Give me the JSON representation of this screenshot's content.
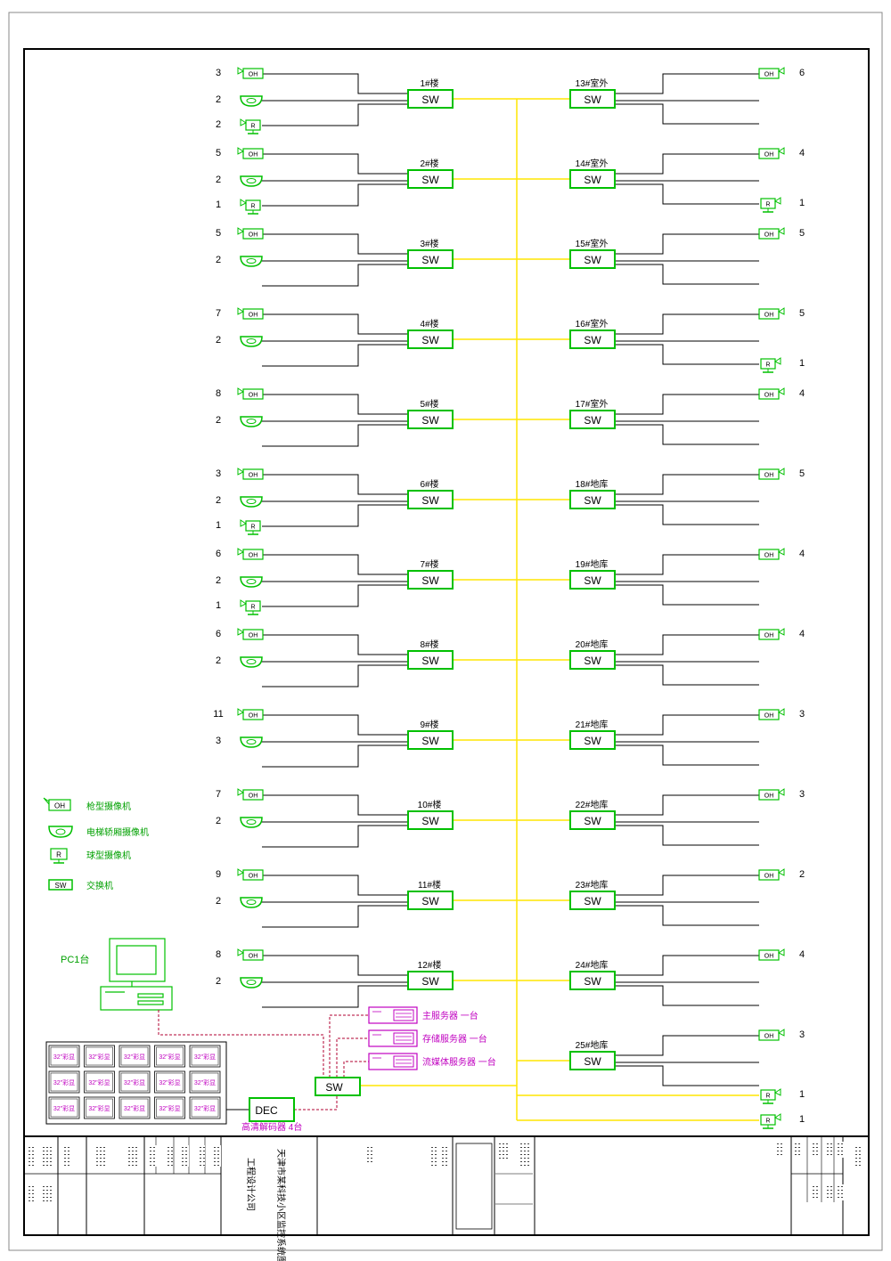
{
  "diagram": {
    "switch_label": "SW",
    "left_branches": [
      {
        "label": "1#楼",
        "cams": [
          {
            "type": "OH",
            "count": "3"
          },
          {
            "type": "dome",
            "count": "2"
          },
          {
            "type": "R",
            "count": "2"
          }
        ]
      },
      {
        "label": "2#楼",
        "cams": [
          {
            "type": "OH",
            "count": "5"
          },
          {
            "type": "dome",
            "count": "2"
          },
          {
            "type": "R",
            "count": "1"
          }
        ]
      },
      {
        "label": "3#楼",
        "cams": [
          {
            "type": "OH",
            "count": "5"
          },
          {
            "type": "dome",
            "count": "2"
          },
          {
            "type": "line",
            "count": ""
          }
        ]
      },
      {
        "label": "4#楼",
        "cams": [
          {
            "type": "OH",
            "count": "7"
          },
          {
            "type": "dome",
            "count": "2"
          },
          {
            "type": "line",
            "count": ""
          }
        ]
      },
      {
        "label": "5#楼",
        "cams": [
          {
            "type": "OH",
            "count": "8"
          },
          {
            "type": "dome",
            "count": "2"
          },
          {
            "type": "line",
            "count": ""
          }
        ]
      },
      {
        "label": "6#楼",
        "cams": [
          {
            "type": "OH",
            "count": "3"
          },
          {
            "type": "dome",
            "count": "2"
          },
          {
            "type": "R",
            "count": "1"
          }
        ]
      },
      {
        "label": "7#楼",
        "cams": [
          {
            "type": "OH",
            "count": "6"
          },
          {
            "type": "dome",
            "count": "2"
          },
          {
            "type": "R",
            "count": "1"
          }
        ]
      },
      {
        "label": "8#楼",
        "cams": [
          {
            "type": "OH",
            "count": "6"
          },
          {
            "type": "dome",
            "count": "2"
          },
          {
            "type": "line",
            "count": ""
          }
        ]
      },
      {
        "label": "9#楼",
        "cams": [
          {
            "type": "OH",
            "count": "11"
          },
          {
            "type": "dome",
            "count": "3"
          },
          {
            "type": "line",
            "count": ""
          }
        ]
      },
      {
        "label": "10#楼",
        "cams": [
          {
            "type": "OH",
            "count": "7"
          },
          {
            "type": "dome",
            "count": "2"
          },
          {
            "type": "line",
            "count": ""
          }
        ]
      },
      {
        "label": "11#楼",
        "cams": [
          {
            "type": "OH",
            "count": "9"
          },
          {
            "type": "dome",
            "count": "2"
          },
          {
            "type": "line",
            "count": ""
          }
        ]
      },
      {
        "label": "12#楼",
        "cams": [
          {
            "type": "OH",
            "count": "8"
          },
          {
            "type": "dome",
            "count": "2"
          },
          {
            "type": "line",
            "count": ""
          }
        ]
      }
    ],
    "right_branches": [
      {
        "label": "13#室外",
        "cams": [
          {
            "type": "OH",
            "count": "6"
          },
          {
            "type": "line",
            "count": ""
          },
          {
            "type": "line",
            "count": ""
          }
        ]
      },
      {
        "label": "14#室外",
        "cams": [
          {
            "type": "OH",
            "count": "4"
          },
          {
            "type": "line",
            "count": ""
          },
          {
            "type": "R",
            "count": "1"
          }
        ]
      },
      {
        "label": "15#室外",
        "cams": [
          {
            "type": "OH",
            "count": "5"
          },
          {
            "type": "line",
            "count": ""
          },
          {
            "type": "line",
            "count": ""
          }
        ]
      },
      {
        "label": "16#室外",
        "cams": [
          {
            "type": "OH",
            "count": "5"
          },
          {
            "type": "line",
            "count": ""
          },
          {
            "type": "R",
            "count": "1"
          }
        ]
      },
      {
        "label": "17#室外",
        "cams": [
          {
            "type": "OH",
            "count": "4"
          },
          {
            "type": "line",
            "count": ""
          },
          {
            "type": "line",
            "count": ""
          }
        ]
      },
      {
        "label": "18#地库",
        "cams": [
          {
            "type": "OH",
            "count": "5"
          },
          {
            "type": "line",
            "count": ""
          },
          {
            "type": "line",
            "count": ""
          }
        ]
      },
      {
        "label": "19#地库",
        "cams": [
          {
            "type": "OH",
            "count": "4"
          },
          {
            "type": "line",
            "count": ""
          },
          {
            "type": "line",
            "count": ""
          }
        ]
      },
      {
        "label": "20#地库",
        "cams": [
          {
            "type": "OH",
            "count": "4"
          },
          {
            "type": "line",
            "count": ""
          },
          {
            "type": "line",
            "count": ""
          }
        ]
      },
      {
        "label": "21#地库",
        "cams": [
          {
            "type": "OH",
            "count": "3"
          },
          {
            "type": "line",
            "count": ""
          },
          {
            "type": "line",
            "count": ""
          }
        ]
      },
      {
        "label": "22#地库",
        "cams": [
          {
            "type": "OH",
            "count": "3"
          },
          {
            "type": "line",
            "count": ""
          },
          {
            "type": "line",
            "count": ""
          }
        ]
      },
      {
        "label": "23#地库",
        "cams": [
          {
            "type": "OH",
            "count": "2"
          },
          {
            "type": "line",
            "count": ""
          },
          {
            "type": "line",
            "count": ""
          }
        ]
      },
      {
        "label": "24#地库",
        "cams": [
          {
            "type": "OH",
            "count": "4"
          },
          {
            "type": "line",
            "count": ""
          },
          {
            "type": "line",
            "count": ""
          }
        ]
      },
      {
        "label": "25#地库",
        "cams": [
          {
            "type": "OH",
            "count": "3"
          },
          {
            "type": "line",
            "count": ""
          },
          {
            "type": "line",
            "count": ""
          }
        ]
      }
    ],
    "extra_r_counts": [
      "1",
      "1"
    ],
    "legend": [
      {
        "icon": "OH",
        "text": "枪型摄像机"
      },
      {
        "icon": "dome",
        "text": "电梯轿厢摄像机"
      },
      {
        "icon": "R",
        "text": "球型摄像机"
      },
      {
        "icon": "SW",
        "text": "交换机"
      }
    ],
    "oh_label": "OH",
    "r_label": "R",
    "pc_label": "PC1台",
    "monitor_label": "32\"彩显",
    "servers": [
      "主服务器 一台",
      "存储服务器 一台",
      "流媒体服务器 一台"
    ],
    "dec_label": "DEC",
    "dec_caption": "高清解码器 4台",
    "colors": {
      "device": "#00c000",
      "trunk": "#ffe600",
      "link": "#b00030",
      "server": "#c000c0",
      "line": "#000000"
    }
  },
  "title_block": {
    "project": "天津市某科技小区监控系统图",
    "company": "工程设计公司"
  }
}
